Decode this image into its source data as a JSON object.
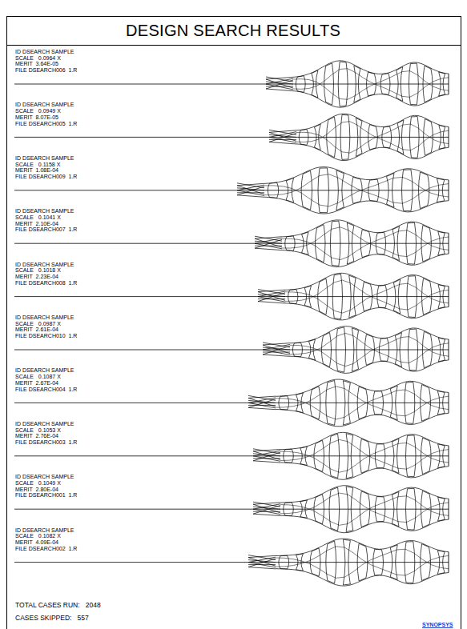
{
  "diagram": {
    "title": "DESIGN SEARCH RESULTS",
    "labels": [
      "ID DSEARCH SAMPLE",
      "SCALE   0.0964 X",
      "MERIT  3.64E-05",
      "FILE DSEARCH006  1.R",
      "ID DSEARCH SAMPLE",
      "SCALE   0.0949 X",
      "MERIT  8.07E-05",
      "FILE DSEARCH005  1.R",
      "ID DSEARCH SAMPLE",
      "SCALE   0.1158 X",
      "MERIT  1.08E-04",
      "FILE DSEARCH009  1.R",
      "ID DSEARCH SAMPLE",
      "SCALE   0.1041 X",
      "MERIT  2.10E-04",
      "FILE DSEARCH007  1.R",
      "ID DSEARCH SAMPLE",
      "SCALE   0.1018 X",
      "MERIT  2.23E-04",
      "FILE DSEARCH008  1.R",
      "ID DSEARCH SAMPLE",
      "SCALE   0.0987 X",
      "MERIT  2.61E-04",
      "FILE DSEARCH010  1.R",
      "ID DSEARCH SAMPLE",
      "SCALE   0.1087 X",
      "MERIT  2.67E-04",
      "FILE DSEARCH004  1.R",
      "ID DSEARCH SAMPLE",
      "SCALE   0.1053 X",
      "MERIT  2.76E-04",
      "FILE DSEARCH003  1.R",
      "ID DSEARCH SAMPLE",
      "SCALE   0.1049 X",
      "MERIT  2.80E-04",
      "FILE DSEARCH001  1.R",
      "ID DSEARCH SAMPLE",
      "SCALE   0.1082 X",
      "MERIT  4.09E-04",
      "FILE DSEARCH002  1.R",
      "TOTAL CASES RUN:   2048",
      "CASES SKIPPED:   557",
      "SYNOPSYS"
    ]
  }
}
